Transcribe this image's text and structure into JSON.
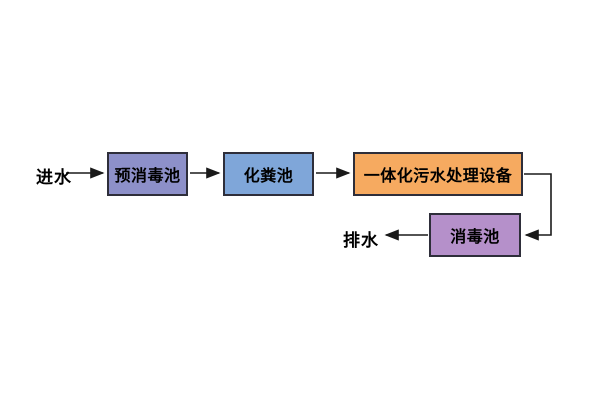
{
  "diagram": {
    "background": "#ffffff",
    "line_color": "#1a1a1a",
    "border_color": "#2e2e3a",
    "text_color": "#000000",
    "inlet_label": "进水",
    "outlet_label": "排水",
    "nodes": [
      {
        "id": "pre-disinfection-tank",
        "label": "预消毒池",
        "fill": "#8d90c9"
      },
      {
        "id": "septic-tank",
        "label": "化粪池",
        "fill": "#7fa6d9"
      },
      {
        "id": "integrated-sewage-treatment-equipment",
        "label": "一体化污水处理设备",
        "fill": "#f6aa60"
      },
      {
        "id": "disinfection-tank",
        "label": "消毒池",
        "fill": "#b590ca"
      }
    ]
  }
}
